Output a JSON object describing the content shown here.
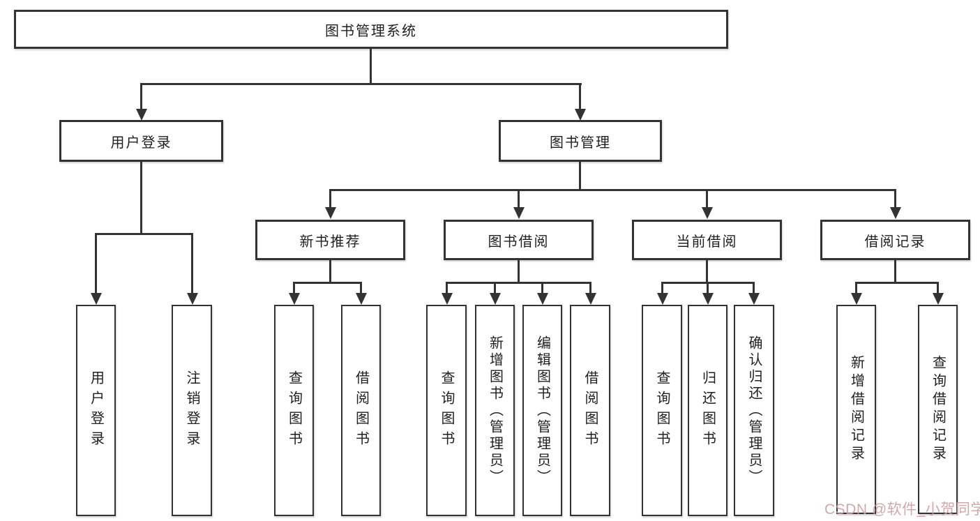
{
  "diagram": {
    "title": "图书管理系统",
    "tree": {
      "root": {
        "label": "图书管理系统"
      },
      "branches": [
        {
          "label": "用户登录",
          "leaves": [
            {
              "label": "用户登录"
            },
            {
              "label": "注销登录"
            }
          ]
        },
        {
          "label": "图书管理",
          "groups": [
            {
              "label": "新书推荐",
              "leaves": [
                {
                  "label": "查询图书"
                },
                {
                  "label": "借阅图书"
                }
              ]
            },
            {
              "label": "图书借阅",
              "leaves": [
                {
                  "label": "查询图书"
                },
                {
                  "label": "新增图书（管理员）"
                },
                {
                  "label": "编辑图书（管理员）"
                },
                {
                  "label": "借阅图书"
                }
              ]
            },
            {
              "label": "当前借阅",
              "leaves": [
                {
                  "label": "查询图书"
                },
                {
                  "label": "归还图书"
                },
                {
                  "label": "确认归还（管理员）"
                }
              ]
            },
            {
              "label": "借阅记录",
              "leaves": [
                {
                  "label": "新增借阅记录"
                },
                {
                  "label": "查询借阅记录"
                }
              ]
            }
          ]
        }
      ]
    },
    "colors": {
      "line": "#333333",
      "background": "#ffffff",
      "watermark_text": "#cf9f9f"
    }
  },
  "watermark": {
    "text": "CSDN @软件_小贺同学"
  }
}
